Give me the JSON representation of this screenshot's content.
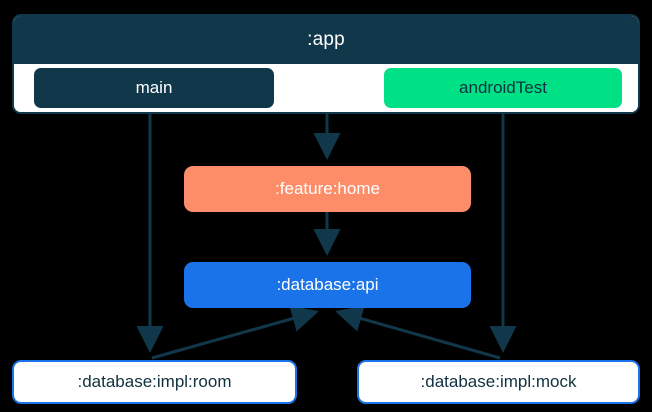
{
  "diagram": {
    "type": "module-dependency-graph",
    "background_color": "#000000",
    "edge_color": "#11374a",
    "app_module": {
      "title": ":app",
      "header_color": "#11374a",
      "body_color": "#ffffff",
      "source_sets": [
        {
          "label": "main",
          "color": "#11374a",
          "text_color": "#ffffff"
        },
        {
          "label": "androidTest",
          "color": "#00e186",
          "text_color": "#10313f"
        }
      ]
    },
    "nodes": [
      {
        "id": "feature-home",
        "label": ":feature:home",
        "color": "#fc8d68",
        "text_color": "#ffffff"
      },
      {
        "id": "database-api",
        "label": ":database:api",
        "color": "#1a73e8",
        "text_color": "#ffffff"
      },
      {
        "id": "database-impl-room",
        "label": ":database:impl:room",
        "color": "#ffffff",
        "border_color": "#1a73e8",
        "text_color": "#10313f"
      },
      {
        "id": "database-impl-mock",
        "label": ":database:impl:mock",
        "color": "#ffffff",
        "border_color": "#1a73e8",
        "text_color": "#10313f"
      }
    ],
    "edges": [
      {
        "from": "app:main",
        "to": "database-impl-room"
      },
      {
        "from": "app",
        "to": "feature-home"
      },
      {
        "from": "app:androidTest",
        "to": "database-impl-mock"
      },
      {
        "from": "feature-home",
        "to": "database-api"
      },
      {
        "from": "database-impl-room",
        "to": "database-api"
      },
      {
        "from": "database-impl-mock",
        "to": "database-api"
      }
    ]
  }
}
